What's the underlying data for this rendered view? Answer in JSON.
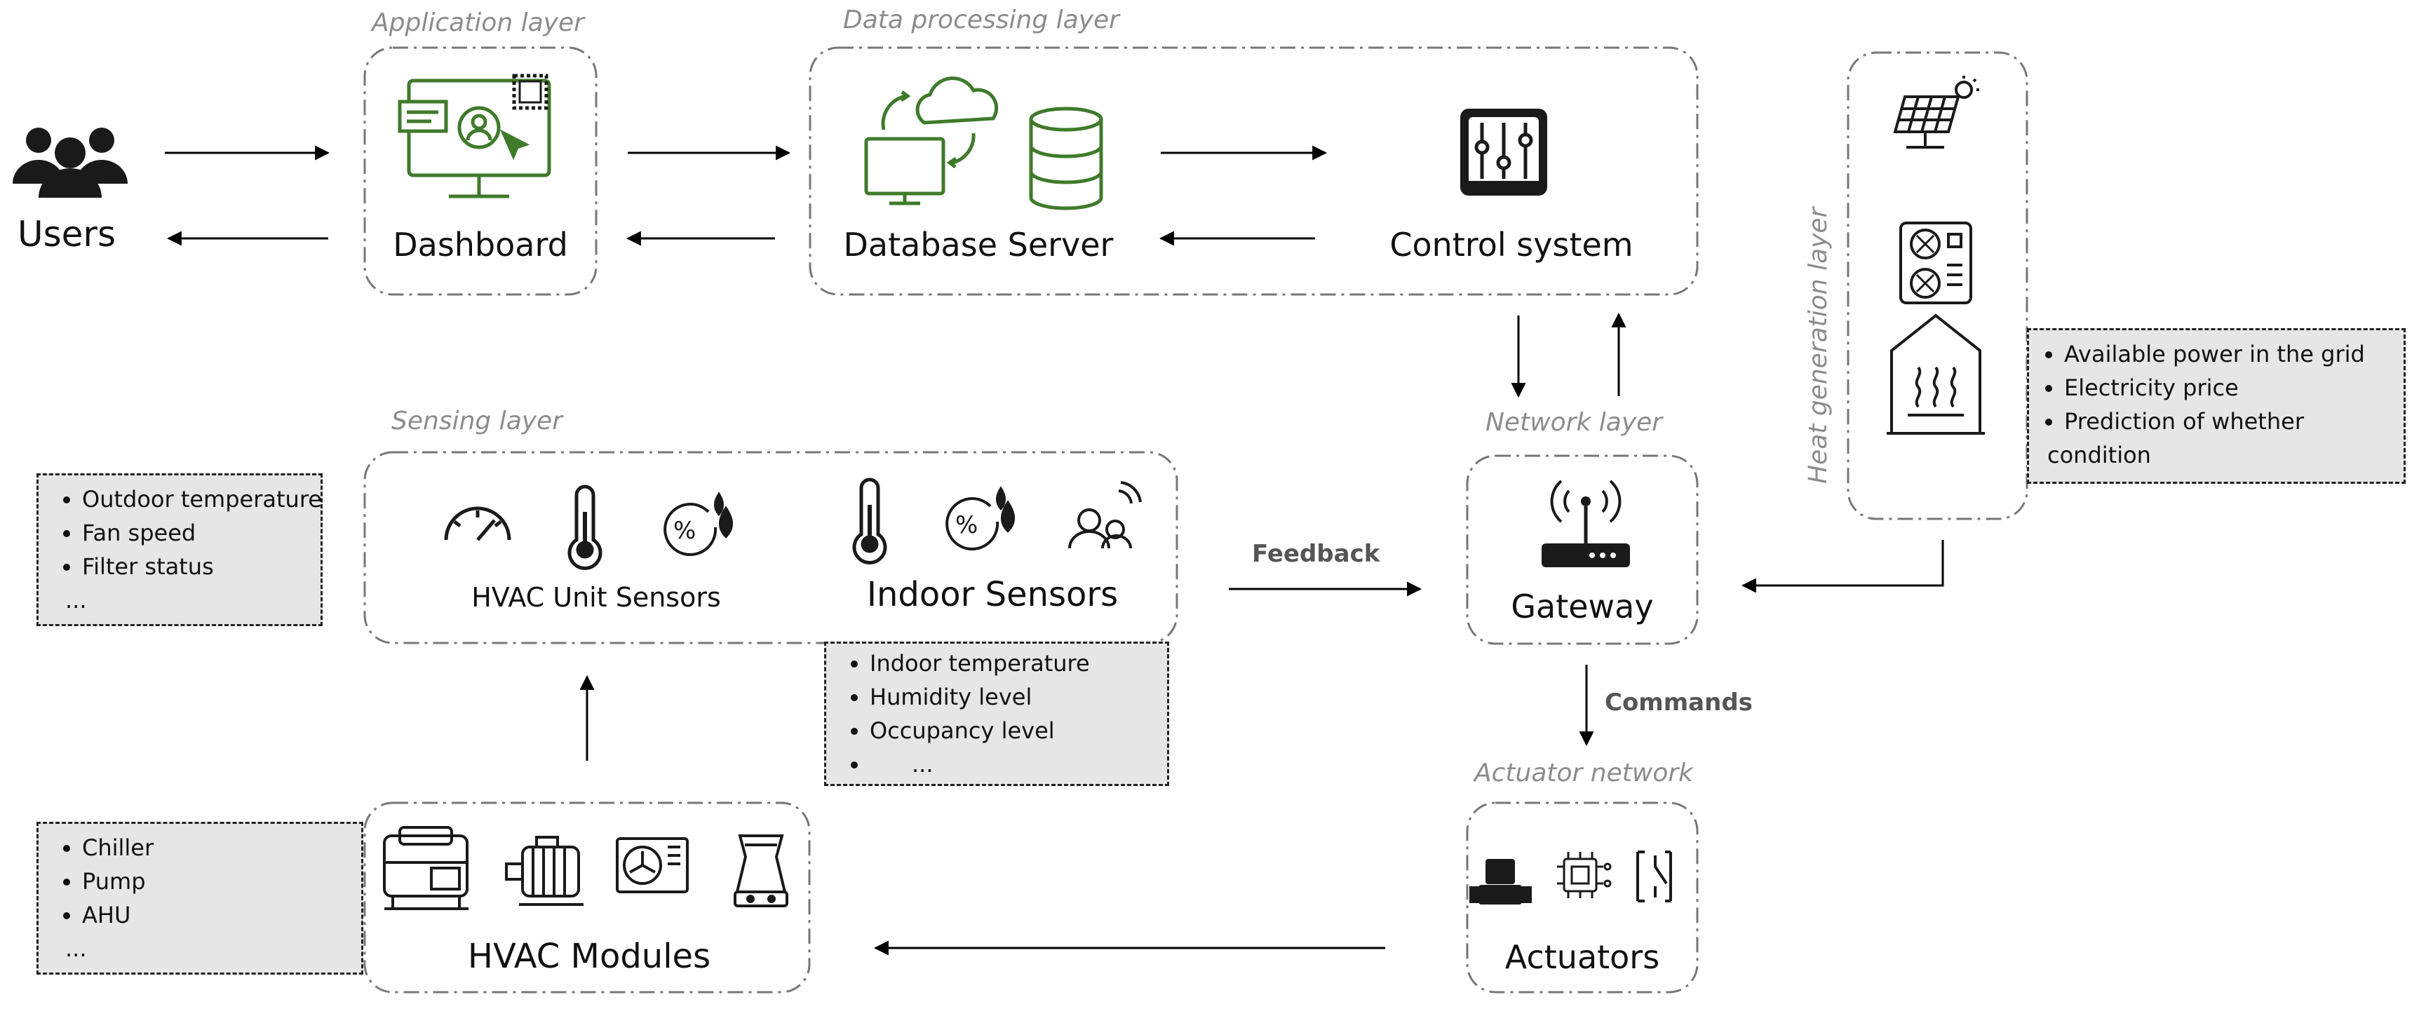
{
  "layers": {
    "application": "Application layer",
    "data_processing": "Data processing layer",
    "heat_generation": "Heat generation layer",
    "sensing": "Sensing layer",
    "network": "Network layer",
    "actuator": "Actuator network"
  },
  "nodes": {
    "users": "Users",
    "dashboard": "Dashboard",
    "database_server": "Database Server",
    "control_system": "Control system",
    "hvac_unit_sensors": "HVAC Unit Sensors",
    "indoor_sensors": "Indoor Sensors",
    "gateway": "Gateway",
    "hvac_modules": "HVAC Modules",
    "actuators": "Actuators"
  },
  "edges": {
    "feedback": "Feedback",
    "commands": "Commands"
  },
  "notes": {
    "hvac_unit": [
      "Outdoor temperature",
      "Fan speed",
      "Filter status",
      "..."
    ],
    "indoor": [
      "Indoor temperature",
      "Humidity level",
      "Occupancy level",
      "..."
    ],
    "modules": [
      "Chiller",
      "Pump",
      "AHU",
      "..."
    ],
    "grid": [
      "Available power in the grid",
      "Electricity price",
      "Prediction of whether",
      "condition"
    ]
  },
  "colors": {
    "icon_green": "#3f7a2b",
    "icon_dark": "#1a1a1a",
    "layer_title": "#8c8c8c",
    "note_bg": "#e6e6e6"
  }
}
